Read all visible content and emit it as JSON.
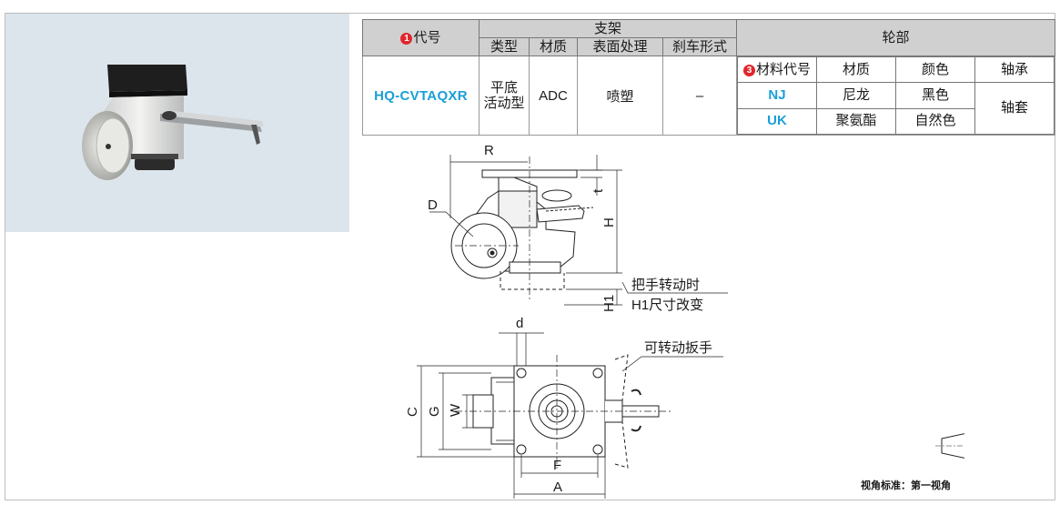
{
  "table": {
    "code_header": "代号",
    "code_header_num": "1",
    "bracket_header": "支架",
    "bracket_sub": [
      "类型",
      "材质",
      "表面处理",
      "刹车形式"
    ],
    "wheel_header": "轮部",
    "code_value": "HQ-CVTAQXR",
    "type_value": "平底\n活动型",
    "material_value": "ADC",
    "surface_value": "喷塑",
    "brake_value": "–",
    "wheel": {
      "mat_code_header": "材料代号",
      "mat_code_num": "3",
      "material_header": "材质",
      "color_header": "颜色",
      "bearing_header": "轴承",
      "rows": [
        {
          "code": "NJ",
          "material": "尼龙",
          "color": "黑色"
        },
        {
          "code": "UK",
          "material": "聚氨酯",
          "color": "自然色"
        }
      ],
      "bearing_value": "轴套"
    }
  },
  "drawing": {
    "labels": {
      "R": "R",
      "D": "D",
      "t": "t",
      "H": "H",
      "H1": "H1",
      "d": "d",
      "C": "C",
      "G": "G",
      "W": "W",
      "F": "F",
      "A": "A"
    },
    "note_handle_1": "把手转动时",
    "note_handle_2": "H1尺寸改变",
    "note_wrench": "可转动扳手",
    "view_standard": "视角标准：第一视角"
  },
  "colors": {
    "code_blue": "#1a9fd8",
    "badge_red": "#e2262c",
    "header_gray": "#d0d0d0",
    "photo_bg": "#dde5ec"
  }
}
